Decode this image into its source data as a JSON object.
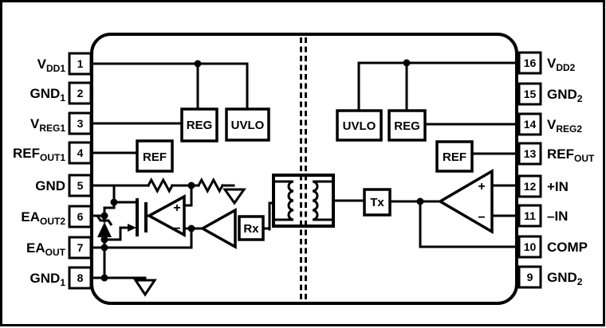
{
  "pins": {
    "left": [
      {
        "num": "1",
        "label": "V",
        "sub": "DD1"
      },
      {
        "num": "2",
        "label": "GND",
        "sub": "1"
      },
      {
        "num": "3",
        "label": "V",
        "sub": "REG1"
      },
      {
        "num": "4",
        "label": "REF",
        "sub": "OUT1"
      },
      {
        "num": "5",
        "label": "GND",
        "sub": ""
      },
      {
        "num": "6",
        "label": "EA",
        "sub": "OUT2"
      },
      {
        "num": "7",
        "label": "EA",
        "sub": "OUT"
      },
      {
        "num": "8",
        "label": "GND",
        "sub": "1"
      }
    ],
    "right": [
      {
        "num": "16",
        "label": "V",
        "sub": "DD2"
      },
      {
        "num": "15",
        "label": "GND",
        "sub": "2"
      },
      {
        "num": "14",
        "label": "V",
        "sub": "REG2"
      },
      {
        "num": "13",
        "label": "REF",
        "sub": "OUT"
      },
      {
        "num": "12",
        "label": "+IN",
        "sub": ""
      },
      {
        "num": "11",
        "label": "–IN",
        "sub": ""
      },
      {
        "num": "10",
        "label": "COMP",
        "sub": ""
      },
      {
        "num": "9",
        "label": "GND",
        "sub": "2"
      }
    ]
  },
  "blocks": {
    "reg_left": "REG",
    "uvlo_left": "UVLO",
    "ref_left": "REF",
    "rx": "Rx",
    "tx": "Tx",
    "uvlo_right": "UVLO",
    "reg_right": "REG",
    "ref_right": "REF"
  },
  "opamp": {
    "plus": "+",
    "minus": "−"
  },
  "colors": {
    "line": "#000000",
    "background": "#ffffff"
  }
}
